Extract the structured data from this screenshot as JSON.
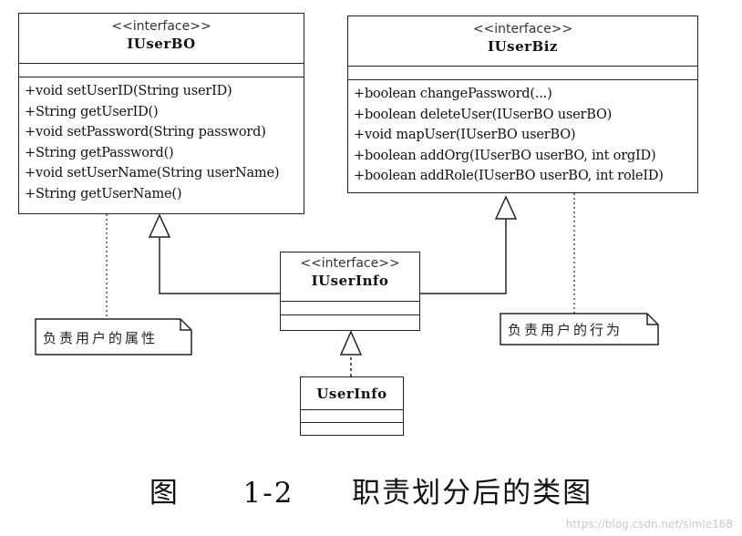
{
  "classes": {
    "iuserbo": {
      "stereotype": "<<interface>>",
      "name": "IUserBO",
      "methods": [
        "+void setUserID(String userID)",
        "+String getUserID()",
        "+void setPassword(String password)",
        "+String getPassword()",
        "+void setUserName(String userName)",
        "+String getUserName()"
      ]
    },
    "iuserbiz": {
      "stereotype": "<<interface>>",
      "name": "IUserBiz",
      "methods": [
        "+boolean changePassword(...)",
        "+boolean deleteUser(IUserBO userBO)",
        "+void mapUser(IUserBO userBO)",
        "+boolean addOrg(IUserBO userBO, int orgID)",
        "+boolean addRole(IUserBO userBO, int roleID)"
      ]
    },
    "iuserinfo": {
      "stereotype": "<<interface>>",
      "name": "IUserInfo"
    },
    "userinfo": {
      "name": "UserInfo"
    }
  },
  "notes": {
    "left": "负责用户的属性",
    "right": "负责用户的行为"
  },
  "caption": {
    "label": "图",
    "number": "1-2",
    "title": "职责划分后的类图"
  },
  "watermark": "https://blog.csdn.net/simle168"
}
